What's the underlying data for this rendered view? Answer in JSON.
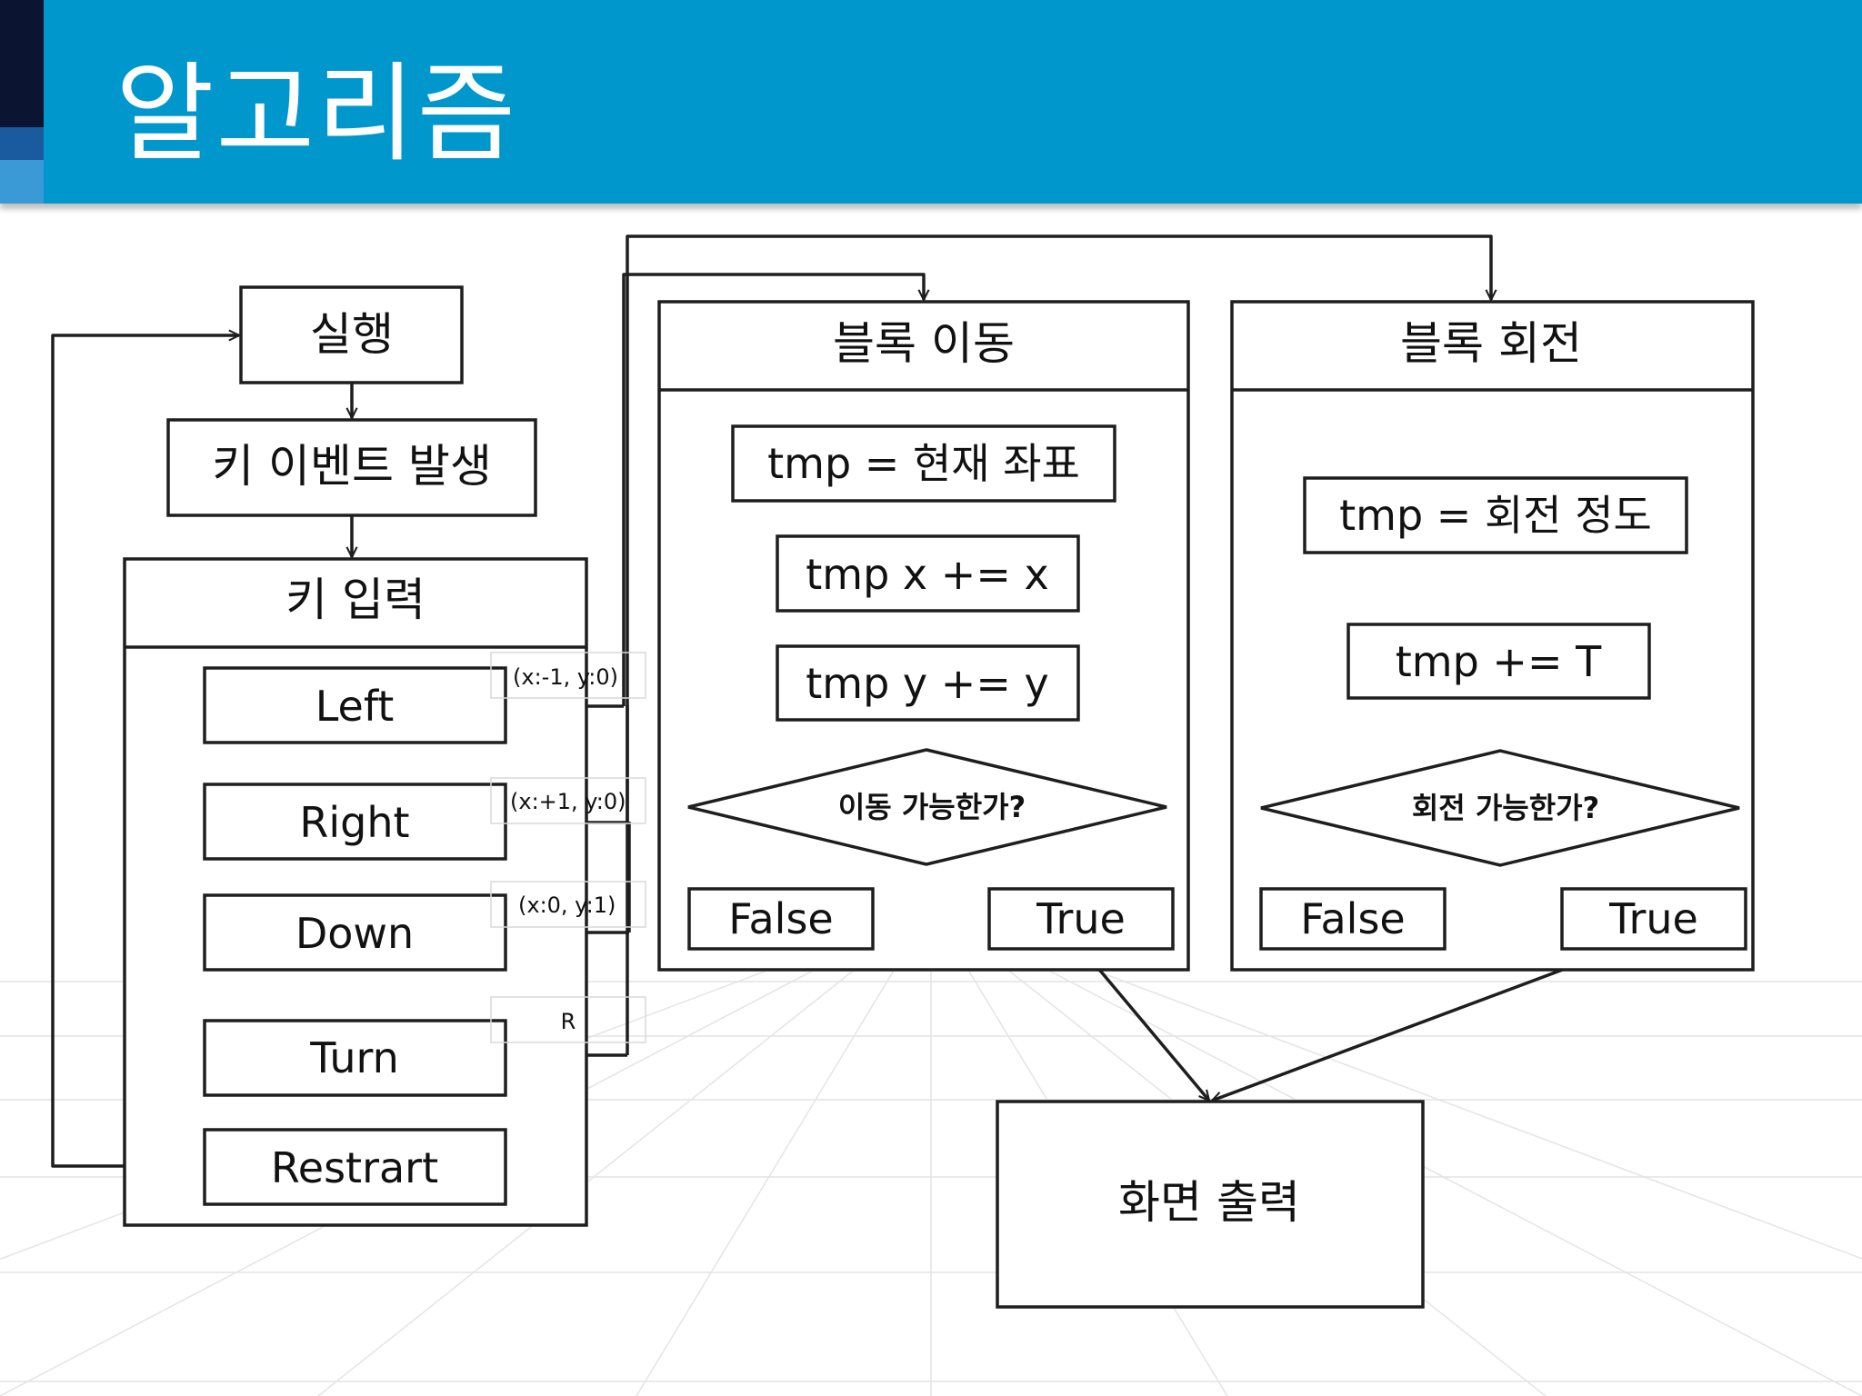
{
  "slide": {
    "title": "알고리즘"
  },
  "nodes": {
    "run": "실행",
    "key_event": "키 이벤트 발생",
    "key_input": "키 입력",
    "left": "Left",
    "right": "Right",
    "down": "Down",
    "turn": "Turn",
    "restart": "Restrart",
    "block_move": "블록 이동",
    "move_tmp": "tmp = 현재 좌표",
    "move_x": "tmp x += x",
    "move_y": "tmp y += y",
    "move_check": "이동 가능한가?",
    "move_false": "False",
    "move_true": "True",
    "block_rotate": "블록 회전",
    "rot_tmp": "tmp = 회전 정도",
    "rot_add": "tmp += T",
    "rot_check": "회전 가능한가?",
    "rot_false": "False",
    "rot_true": "True",
    "screen_output": "화면 출력"
  },
  "edge_labels": {
    "left": "(x:-1, y:0)",
    "right": "(x:+1, y:0)",
    "down": "(x:0, y:1)",
    "turn": "R"
  }
}
